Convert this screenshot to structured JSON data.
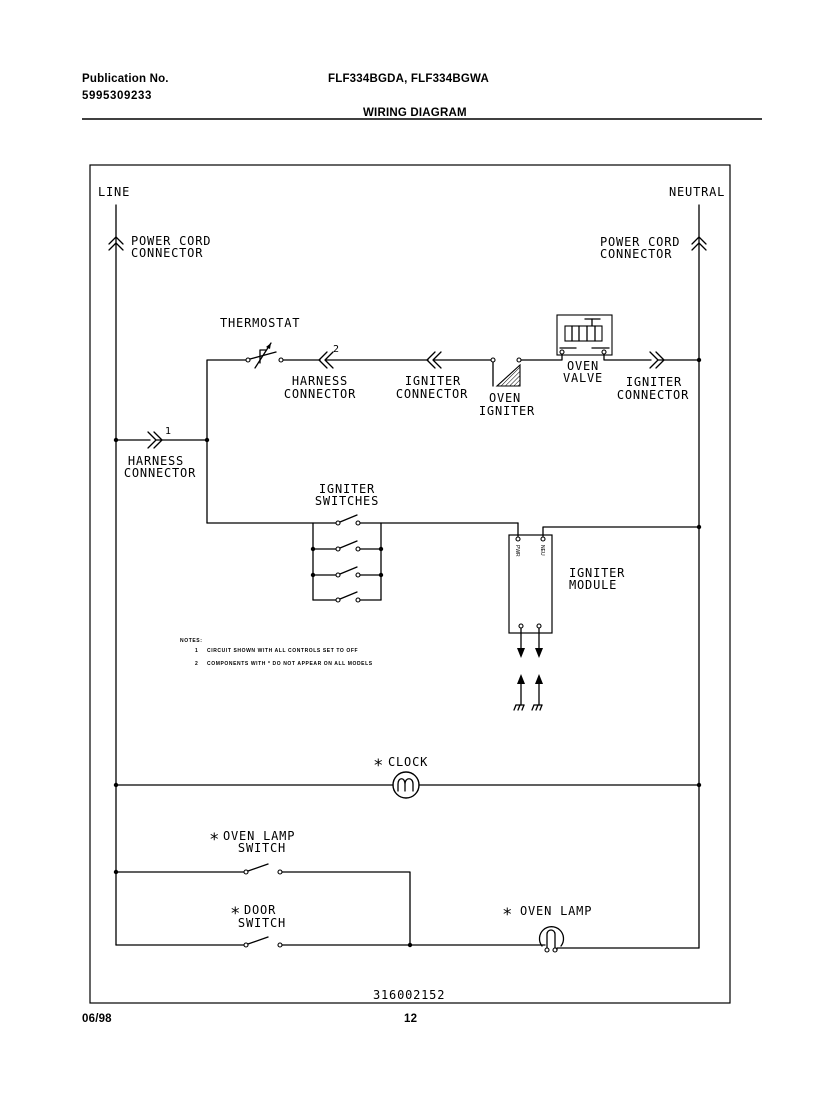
{
  "header": {
    "publication_label": "Publication No.",
    "publication_number": "5995309233",
    "models": "FLF334BGDA, FLF334BGWA",
    "title": "WIRING DIAGRAM"
  },
  "diagram": {
    "line": "LINE",
    "neutral": "NEUTRAL",
    "power_cord_left": {
      "line1": "POWER CORD",
      "line2": "CONNECTOR"
    },
    "power_cord_right": {
      "line1": "POWER CORD",
      "line2": "CONNECTOR"
    },
    "thermostat": "THERMOSTAT",
    "harness_connector_2": {
      "number": "2",
      "line1": "HARNESS",
      "line2": "CONNECTOR"
    },
    "igniter_connector_left": {
      "line1": "IGNITER",
      "line2": "CONNECTOR"
    },
    "oven_igniter": {
      "line1": "OVEN",
      "line2": "IGNITER"
    },
    "oven_valve": {
      "line1": "OVEN",
      "line2": "VALVE"
    },
    "igniter_connector_right": {
      "line1": "IGNITER",
      "line2": "CONNECTOR"
    },
    "harness_connector_1": {
      "number": "1",
      "line1": "HARNESS",
      "line2": "CONNECTOR"
    },
    "igniter_switches": {
      "line1": "IGNITER",
      "line2": "SWITCHES"
    },
    "igniter_module": {
      "line1": "IGNITER",
      "line2": "MODULE",
      "terminal_left": "PWR",
      "terminal_right": "NEU"
    },
    "notes": {
      "heading": "NOTES:",
      "items": [
        {
          "number": "1",
          "text": "CIRCUIT SHOWN WITH ALL CONTROLS SET TO OFF"
        },
        {
          "number": "2",
          "text": "COMPONENTS WITH * DO NOT APPEAR ON ALL MODELS"
        }
      ]
    },
    "clock": {
      "marker": "*",
      "label": "CLOCK"
    },
    "oven_lamp_switch": {
      "marker": "*",
      "line1": "OVEN LAMP",
      "line2": "SWITCH"
    },
    "door_switch": {
      "marker": "*",
      "line1": "DOOR",
      "line2": "SWITCH"
    },
    "oven_lamp": {
      "marker": "*",
      "label": "OVEN LAMP"
    },
    "part_number": "316002152"
  },
  "footer": {
    "date": "06/98",
    "page": "12"
  }
}
